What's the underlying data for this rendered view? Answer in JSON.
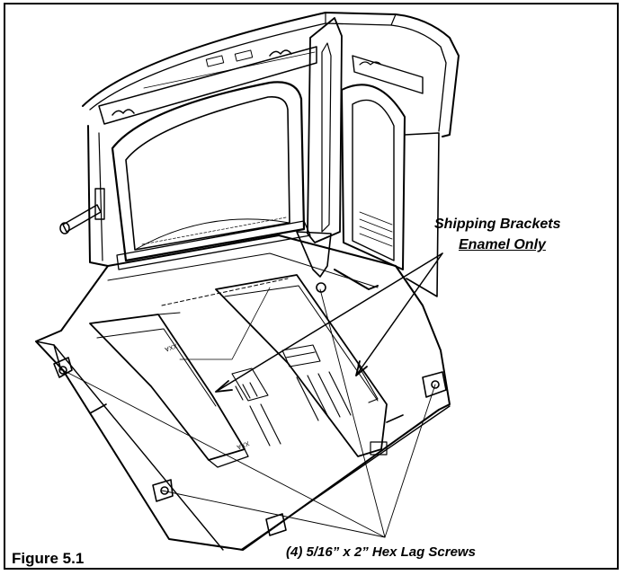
{
  "figure": {
    "label": "Figure 5.1"
  },
  "callouts": {
    "shipping_brackets": "Shipping Brackets",
    "enamel_only": "Enamel Only",
    "lag_screws": "(4) 5/16” x 2” Hex Lag Screws"
  },
  "colors": {
    "line": "#000000",
    "background": "#ffffff"
  }
}
